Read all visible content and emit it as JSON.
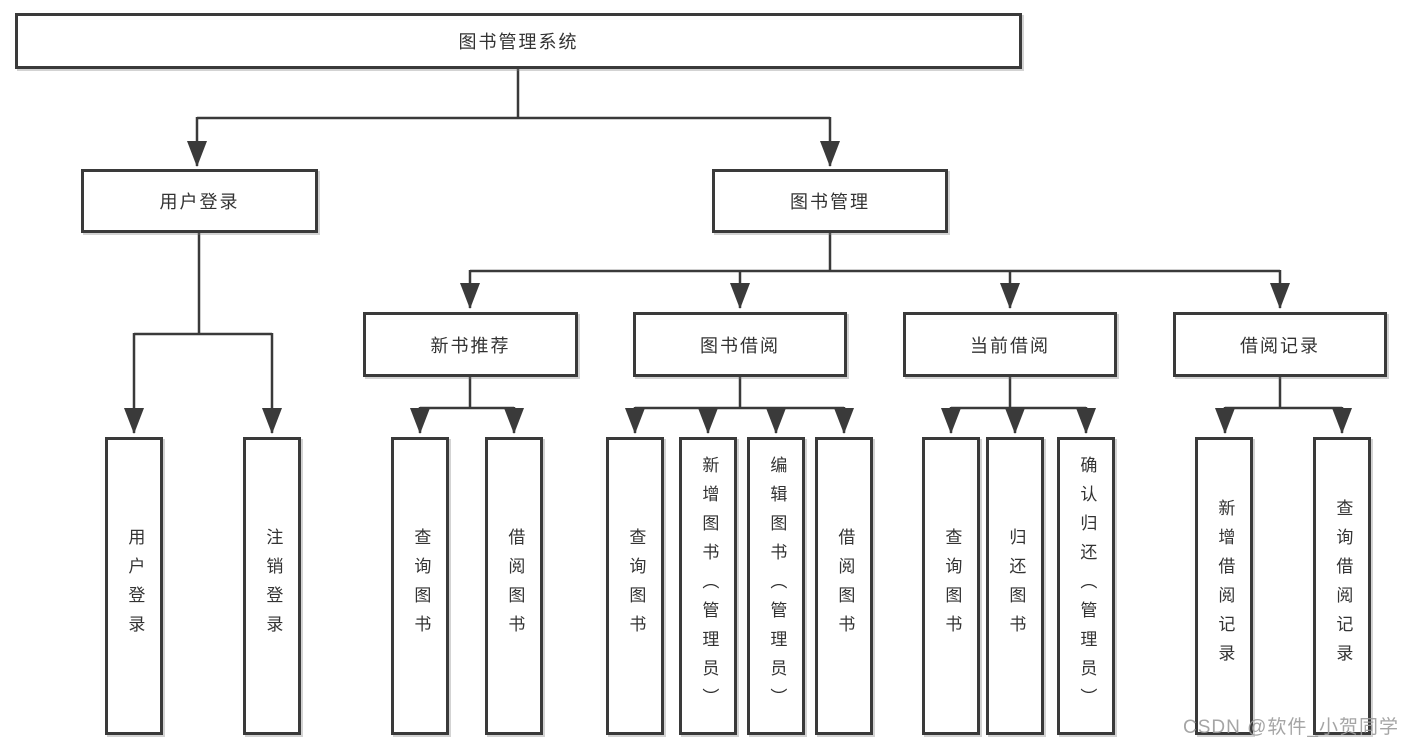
{
  "colors": {
    "background": "#ffffff",
    "line": "#3a3a3a",
    "box_border": "#3a3a3a",
    "text": "#333333",
    "watermark": "#9c9c9c"
  },
  "nodes": {
    "root": {
      "label": "图书管理系统"
    },
    "user_login": {
      "label": "用户登录",
      "children": [
        {
          "label": "用户登录"
        },
        {
          "label": "注销登录"
        }
      ]
    },
    "book_mgmt": {
      "label": "图书管理",
      "children": [
        {
          "label": "新书推荐",
          "children": [
            {
              "label": "查询图书"
            },
            {
              "label": "借阅图书"
            }
          ]
        },
        {
          "label": "图书借阅",
          "children": [
            {
              "label": "查询图书"
            },
            {
              "label": "新增图书（管理员）"
            },
            {
              "label": "编辑图书（管理员）"
            },
            {
              "label": "借阅图书"
            }
          ]
        },
        {
          "label": "当前借阅",
          "children": [
            {
              "label": "查询图书"
            },
            {
              "label": "归还图书"
            },
            {
              "label": "确认归还（管理员）"
            }
          ]
        },
        {
          "label": "借阅记录",
          "children": [
            {
              "label": "新增借阅记录"
            },
            {
              "label": "查询借阅记录"
            }
          ]
        }
      ]
    }
  },
  "watermark": "CSDN @软件_小贺同学"
}
